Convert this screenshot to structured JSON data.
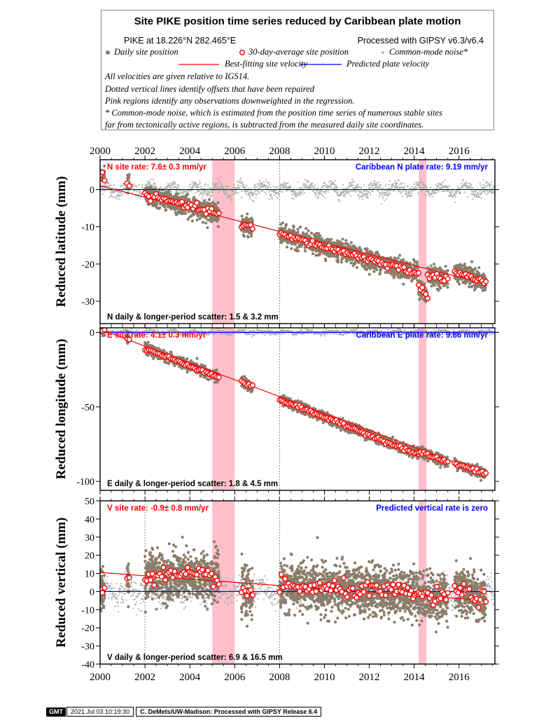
{
  "legend": {
    "title": "Site PIKE position time series reduced by Caribbean plate motion",
    "site_location": "PIKE at 18.226°N 282.465°E",
    "processing": "Processed with GIPSY v6.3/v6.4",
    "daily_label": "Daily site position",
    "avg_label": "30-day-average site position",
    "cm_label": "Common-mode noise*",
    "best_label": "Best-fitting site velocity",
    "pred_label": "Predicted plate velocity",
    "note1": "All velocities are given relative to IGS14.",
    "note2": "Dotted vertical lines identify offsets that have been repaired",
    "note3": "Pink regions identify any observations downweighted in the regression.",
    "note4": "* Common-mode noise, which is estimated from the position time series of numerous stable sites",
    "note5": "far from tectonically active regions, is subtracted from the measured daily site coordinates.",
    "colors": {
      "daily": "#8b7d6b",
      "avg": "#ff0000",
      "cm": "#b0b0b0",
      "best": "#ff0000",
      "pred": "#0000ff",
      "downweight": "#ffc0cb"
    }
  },
  "chart_data": [
    {
      "type": "scatter",
      "component": "N",
      "ylabel": "Reduced latitude (mm)",
      "ylim": [
        -36,
        8
      ],
      "yticks": [
        0,
        -10,
        -20,
        -30
      ],
      "xlim": [
        2000,
        2017.6
      ],
      "xticks": [
        2000,
        2002,
        2004,
        2006,
        2008,
        2010,
        2012,
        2014,
        2016
      ],
      "site_rate": "N site rate:  7.6± 0.3 mm/yr",
      "plate_rate": "Caribbean N plate rate: 9.19 mm/yr",
      "scatter": "N daily & longer-period scatter:   1.5 &   3.2 mm",
      "best_fit": {
        "x": [
          2000.0,
          2017.2
        ],
        "y": [
          1.0,
          -25.3
        ]
      },
      "predicted": {
        "x": [
          2000.0,
          2017.6
        ],
        "y": [
          0,
          0
        ]
      },
      "offsets": [
        2008.0
      ],
      "downweighted": [
        [
          2005.0,
          2006.0
        ],
        [
          2014.2,
          2014.55
        ]
      ],
      "data_segments": [
        {
          "x": [
            2000.0,
            2000.2
          ],
          "y": [
            3.8,
            3.5
          ]
        },
        {
          "x": [
            2001.2,
            2001.3
          ],
          "y": [
            1.5,
            1.2
          ]
        },
        {
          "x": [
            2002.0,
            2005.3
          ],
          "y": [
            -1.5,
            -6.5
          ]
        },
        {
          "x": [
            2006.3,
            2006.8
          ],
          "y": [
            -9.5,
            -10.2
          ]
        },
        {
          "x": [
            2008.0,
            2014.2
          ],
          "y": [
            -12.0,
            -22.5
          ]
        },
        {
          "x": [
            2014.2,
            2014.6
          ],
          "y": [
            -26.0,
            -29.0
          ]
        },
        {
          "x": [
            2014.6,
            2015.5
          ],
          "y": [
            -22.8,
            -24.0
          ]
        },
        {
          "x": [
            2015.8,
            2017.2
          ],
          "y": [
            -22.0,
            -25.0
          ]
        }
      ]
    },
    {
      "type": "scatter",
      "component": "E",
      "ylabel": "Reduced longitude (mm)",
      "ylim": [
        -106,
        3
      ],
      "yticks": [
        0,
        -50,
        -100
      ],
      "xlim": [
        2000,
        2017.6
      ],
      "xticks": [
        2000,
        2002,
        2004,
        2006,
        2008,
        2010,
        2012,
        2014,
        2016
      ],
      "site_rate": "E site rate:  4.1± 0.3 mm/yr",
      "plate_rate": "Caribbean E plate rate: 9.86 mm/yr",
      "scatter": "E daily & longer-period scatter:   1.8 &   4.5 mm",
      "best_fit": {
        "x": [
          2000.0,
          2017.2
        ],
        "y": [
          2.0,
          -95.0
        ]
      },
      "predicted": {
        "x": [
          2000.0,
          2017.6
        ],
        "y": [
          0,
          0
        ]
      },
      "offsets": [
        2008.0
      ],
      "downweighted": [
        [
          2005.0,
          2006.0
        ],
        [
          2014.2,
          2014.55
        ]
      ],
      "data_segments": [
        {
          "x": [
            2000.0,
            2000.2
          ],
          "y": [
            2.0,
            1.0
          ]
        },
        {
          "x": [
            2001.2,
            2001.3
          ],
          "y": [
            -4.0,
            -4.5
          ]
        },
        {
          "x": [
            2002.0,
            2005.3
          ],
          "y": [
            -11.0,
            -30.0
          ]
        },
        {
          "x": [
            2006.3,
            2006.8
          ],
          "y": [
            -33.0,
            -37.0
          ]
        },
        {
          "x": [
            2008.0,
            2014.2
          ],
          "y": [
            -45.0,
            -82.0
          ]
        },
        {
          "x": [
            2014.2,
            2015.5
          ],
          "y": [
            -80.0,
            -87.0
          ]
        },
        {
          "x": [
            2015.8,
            2017.2
          ],
          "y": [
            -88.0,
            -95.0
          ]
        }
      ]
    },
    {
      "type": "scatter",
      "component": "V",
      "ylabel": "Reduced vertical (mm)",
      "ylim": [
        -40,
        50
      ],
      "yticks": [
        50,
        40,
        30,
        20,
        10,
        0,
        -10,
        -20,
        -30,
        -40
      ],
      "xlim": [
        2000,
        2017.6
      ],
      "xticks": [
        2000,
        2002,
        2004,
        2006,
        2008,
        2010,
        2012,
        2014,
        2016
      ],
      "site_rate": "V site rate:  -0.9± 0.8 mm/yr",
      "plate_rate": "Predicted vertical rate is zero",
      "scatter": "V daily & longer-period scatter:   6.9 &  16.5 mm",
      "best_fit": {
        "x": [
          2000.0,
          2017.2
        ],
        "y": [
          10.5,
          -5.0
        ]
      },
      "predicted": {
        "x": [
          2000.0,
          2017.6
        ],
        "y": [
          0,
          0
        ]
      },
      "offsets": [
        2002.0,
        2008.0
      ],
      "downweighted": [
        [
          2005.0,
          2006.0
        ],
        [
          2014.2,
          2014.55
        ]
      ],
      "data_segments": [
        {
          "x": [
            2000.0,
            2000.2
          ],
          "y": [
            1.0,
            0.0
          ]
        },
        {
          "x": [
            2001.2,
            2001.3
          ],
          "y": [
            7.0,
            7.0
          ]
        },
        {
          "x": [
            2002.0,
            2005.3
          ],
          "y": [
            9.0,
            8.0
          ]
        },
        {
          "x": [
            2006.3,
            2006.8
          ],
          "y": [
            0.0,
            -2.0
          ]
        },
        {
          "x": [
            2008.0,
            2014.2
          ],
          "y": [
            3.0,
            -1.0
          ]
        },
        {
          "x": [
            2014.2,
            2015.5
          ],
          "y": [
            -2.0,
            -4.0
          ]
        },
        {
          "x": [
            2015.8,
            2017.2
          ],
          "y": [
            2.0,
            -5.0
          ]
        }
      ]
    }
  ],
  "footer": {
    "logo": "GMT",
    "date": "2021 Jul 03 10:19:30",
    "credit": "C. DeMets/UW-Madison: Processed with GIPSY Release 6.4"
  }
}
